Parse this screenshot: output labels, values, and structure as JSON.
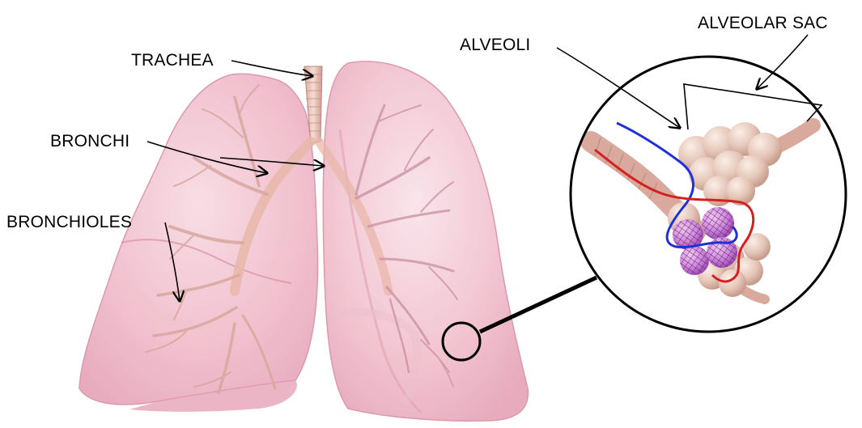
{
  "labels": {
    "trachea": "TRACHEA",
    "bronchi": "BRONCHI",
    "bronchioles": "BRONCHIOLES",
    "alveoli": "ALVEOLI",
    "alveolar_sac": "ALVEOLAR SAC"
  },
  "colors": {
    "lung_fill": "#f2c2cf",
    "lung_edge": "#d98ea6",
    "airway": "#e8b7a9",
    "alveolus": "#e9cfc2",
    "artery": "#d42020",
    "vein": "#2030d8",
    "capillary_net": "#7a1f8a",
    "callout": "#000000"
  }
}
